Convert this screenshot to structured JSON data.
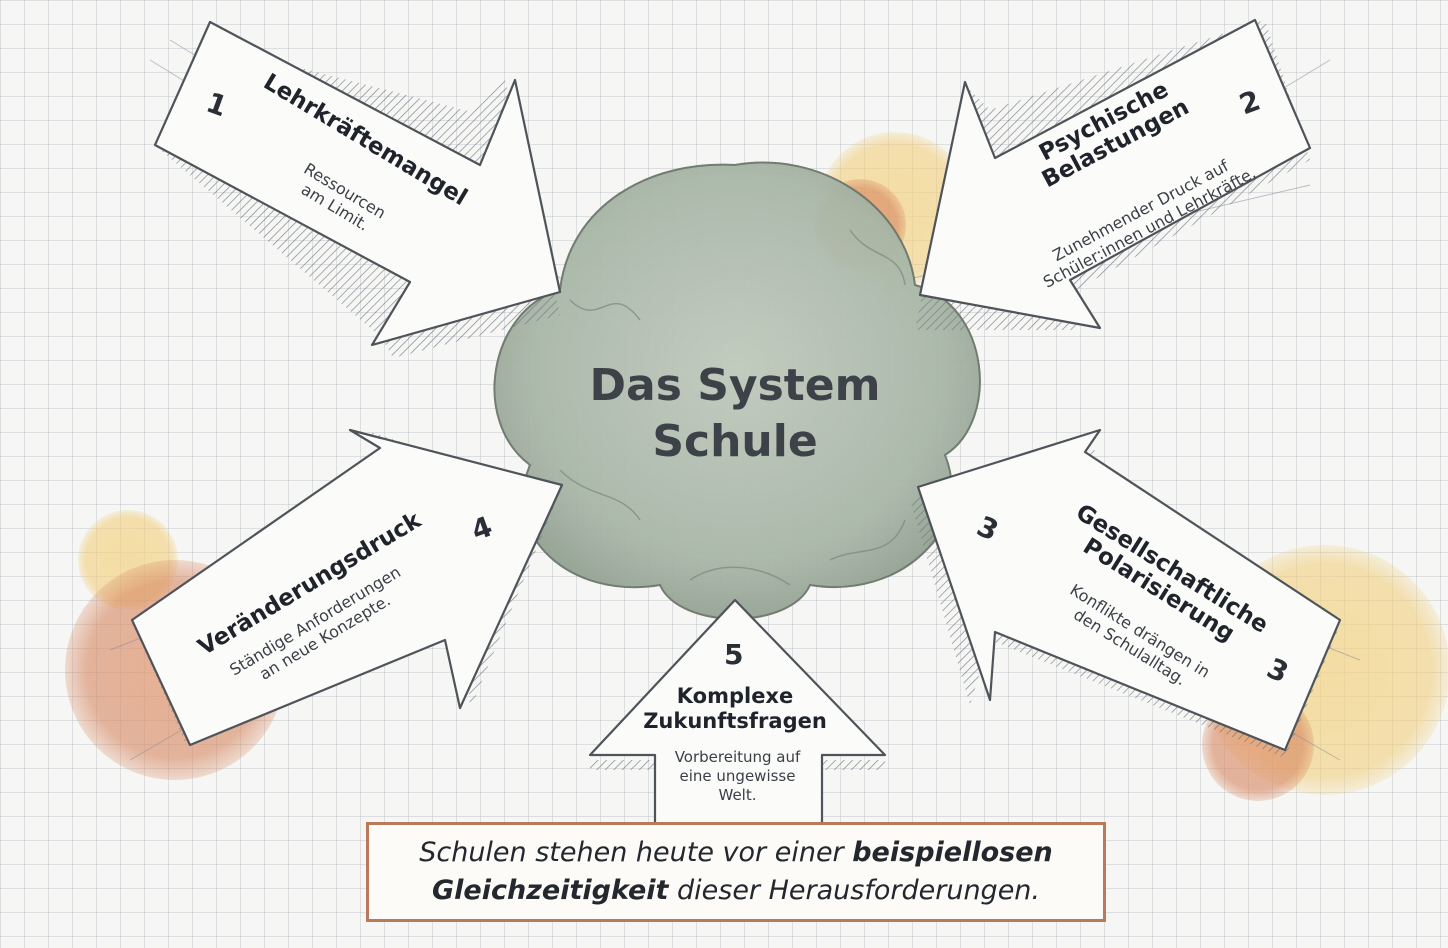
{
  "center": {
    "line1": "Das System",
    "line2": "Schule"
  },
  "arrows": [
    {
      "number": "1",
      "title": "Lehrkräftemangel",
      "subtitle_line1": "Ressourcen",
      "subtitle_line2": "am Limit."
    },
    {
      "number": "2",
      "title_line1": "Psychische",
      "title_line2": "Belastungen",
      "subtitle_line1": "Zunehmender Druck auf",
      "subtitle_line2": "Schüler:innen und Lehrkräfte."
    },
    {
      "number": "3",
      "title_line1": "Gesellschaftliche",
      "title_line2": "Polarisierung",
      "subtitle_line1": "Konflikte drängen in",
      "subtitle_line2": "den Schulalltag."
    },
    {
      "number": "4",
      "title": "Veränderungsdruck",
      "subtitle_line1": "Ständige Anforderungen",
      "subtitle_line2": "an neue Konzepte."
    },
    {
      "number": "5",
      "title_line1": "Komplexe",
      "title_line2": "Zukunftsfragen",
      "subtitle_line1": "Vorbereitung auf",
      "subtitle_line2": "eine ungewisse",
      "subtitle_line3": "Welt."
    }
  ],
  "footer": {
    "part1": "Schulen stehen heute vor einer ",
    "bold1": "beispiellosen",
    "bold2": "Gleichzeitigkeit",
    "part2": " dieser Herausforderungen."
  },
  "colors": {
    "blob": "#a9b7a8",
    "arrow_fill": "#fbfbf9",
    "arrow_stroke": "#4f545a",
    "orange": "#d9906c",
    "yellow": "#f1cf7e",
    "footer_border": "#b97a5c"
  }
}
